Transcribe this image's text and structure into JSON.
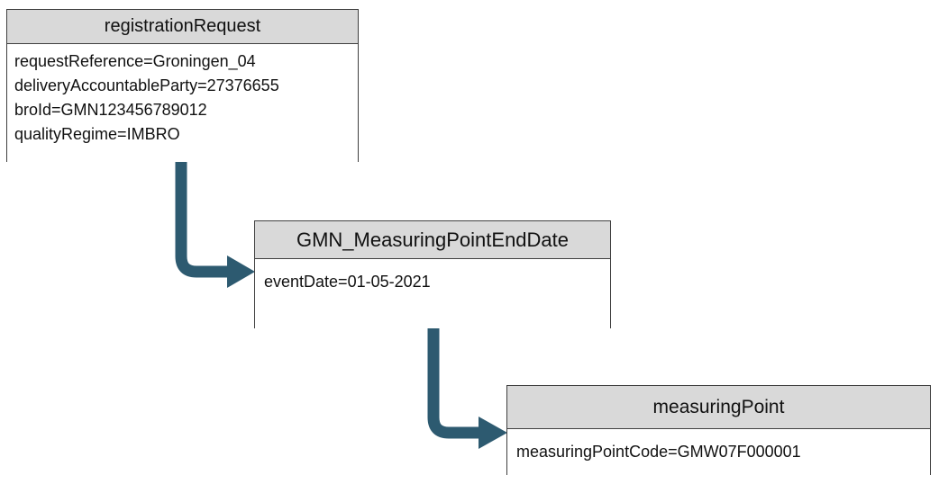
{
  "diagram": {
    "nodes": [
      {
        "id": "registration-request",
        "title": "registrationRequest",
        "attributes": [
          "requestReference=Groningen_04",
          "deliveryAccountableParty=27376655",
          "broId=GMN123456789012",
          "qualityRegime=IMBRO"
        ]
      },
      {
        "id": "gmn-measuring-point-end-date",
        "title": "GMN_MeasuringPointEndDate",
        "attributes": [
          "eventDate=01-05-2021"
        ]
      },
      {
        "id": "measuring-point",
        "title": "measuringPoint",
        "attributes": [
          "measuringPointCode=GMW07F000001"
        ]
      }
    ],
    "connectors": [
      {
        "from": "registration-request",
        "to": "gmn-measuring-point-end-date"
      },
      {
        "from": "gmn-measuring-point-end-date",
        "to": "measuring-point"
      }
    ],
    "colors": {
      "arrow": "#2d5a70",
      "header_bg": "#d9d9d9",
      "border": "#3f3f3f",
      "body_bg": "#ffffff",
      "text": "#111111"
    }
  }
}
